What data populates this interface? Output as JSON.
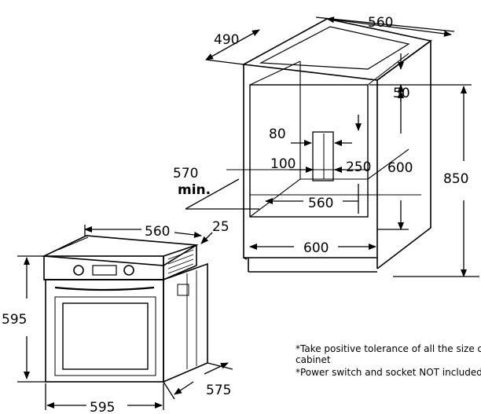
{
  "cabinet": {
    "top_width": "560",
    "top_depth": "490",
    "inner_top_gap": "50",
    "vent_width": "80",
    "vent_offset": "100",
    "vent_height": "250",
    "opening_height": "600",
    "total_height": "850",
    "inner_bottom_width": "560",
    "outer_width": "600"
  },
  "oven": {
    "opening_width_min": "570",
    "min_label": "min.",
    "top_width": "560",
    "door_thickness": "25",
    "height": "595",
    "width": "595",
    "depth": "575"
  },
  "notes": {
    "line1": "*Take positive tolerance of all the size of the",
    "line2": "cabinet",
    "line3": "*Power switch and socket NOT included"
  }
}
